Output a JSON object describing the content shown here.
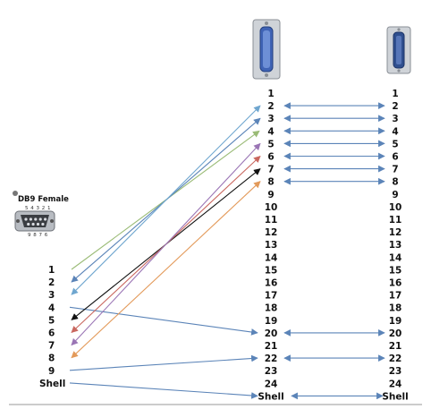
{
  "db9": {
    "title": "DB9 Female",
    "top_pins_label": "5 4 3 2 1",
    "bottom_pins_label": "9 8 7 6",
    "pins": [
      "1",
      "2",
      "3",
      "4",
      "5",
      "6",
      "7",
      "8",
      "9",
      "Shell"
    ]
  },
  "db25_left": {
    "pins": [
      "1",
      "2",
      "3",
      "4",
      "5",
      "6",
      "7",
      "8",
      "9",
      "10",
      "11",
      "12",
      "13",
      "14",
      "15",
      "16",
      "17",
      "18",
      "19",
      "20",
      "21",
      "22",
      "23",
      "24",
      "Shell"
    ]
  },
  "db25_right": {
    "pins": [
      "1",
      "2",
      "3",
      "4",
      "5",
      "6",
      "7",
      "8",
      "9",
      "10",
      "11",
      "12",
      "13",
      "14",
      "15",
      "16",
      "17",
      "18",
      "19",
      "20",
      "21",
      "22",
      "23",
      "24",
      "Shell"
    ]
  },
  "colors": {
    "wire_default": "#5b84b8",
    "wire_light_blue": "#6fa6cf",
    "wire_green": "#9abb76",
    "wire_black": "#111111",
    "wire_purple": "#9a75b5",
    "wire_red": "#c9675f",
    "wire_orange": "#e39a5a",
    "rule": "#999999"
  },
  "db9_wires": [
    {
      "from": "1",
      "to": "4",
      "color": "wire_green"
    },
    {
      "from": "2",
      "to": "3",
      "color": "wire_default"
    },
    {
      "from": "3",
      "to": "2",
      "color": "wire_light_blue"
    },
    {
      "from": "4",
      "to": "20",
      "color": "wire_default"
    },
    {
      "from": "5",
      "to": "7",
      "color": "wire_black"
    },
    {
      "from": "6",
      "to": "6",
      "color": "wire_red"
    },
    {
      "from": "7",
      "to": "5",
      "color": "wire_purple"
    },
    {
      "from": "8",
      "to": "8",
      "color": "wire_orange"
    },
    {
      "from": "9",
      "to": "22",
      "color": "wire_default"
    },
    {
      "from": "Shell",
      "to": "Shell",
      "color": "wire_default"
    }
  ],
  "straight_wires": [
    "2",
    "3",
    "4",
    "5",
    "6",
    "7",
    "8",
    "20",
    "22",
    "Shell"
  ]
}
